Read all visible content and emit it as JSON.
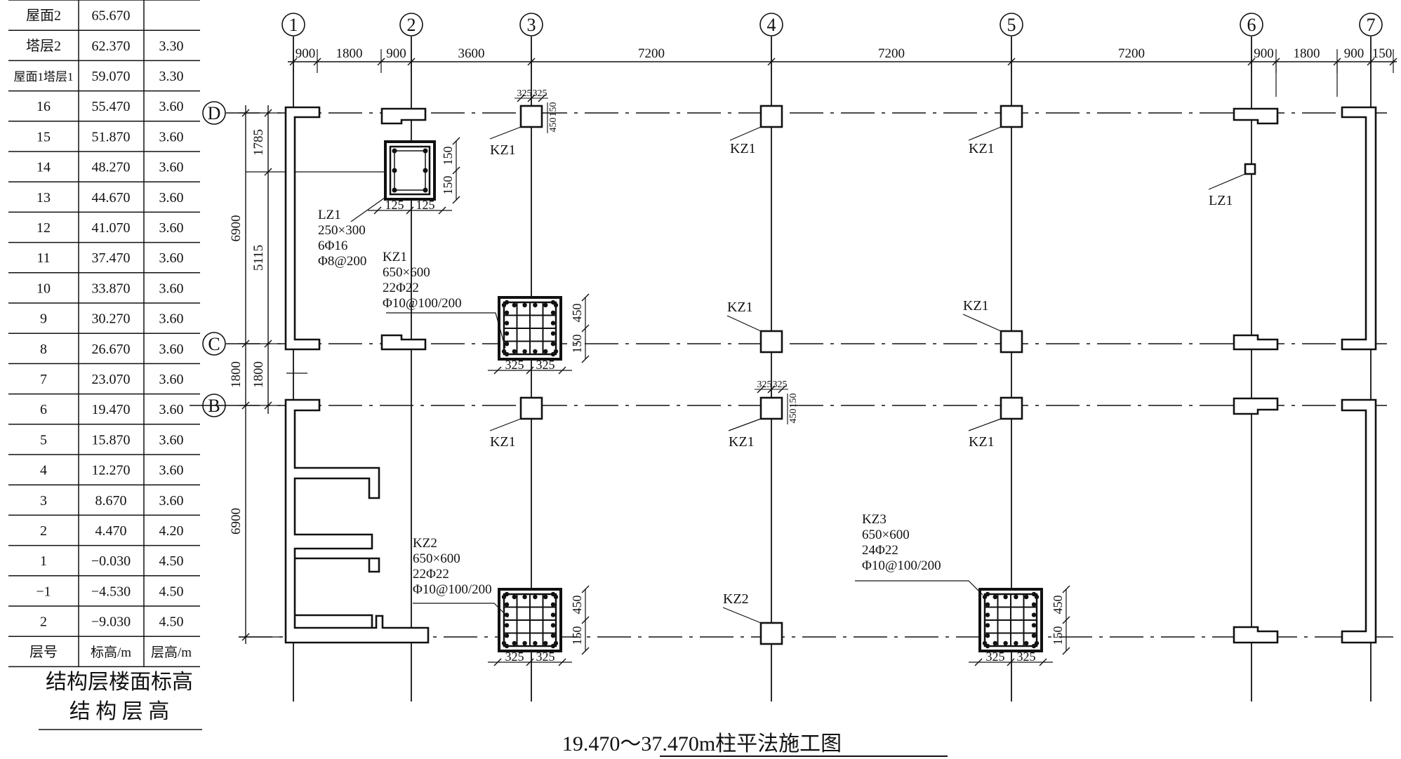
{
  "table": {
    "rows": [
      {
        "floor": "屋面2",
        "elev": "65.670",
        "height": ""
      },
      {
        "floor": "塔层2",
        "elev": "62.370",
        "height": "3.30"
      },
      {
        "floor": "屋面1塔层1",
        "elev": "59.070",
        "height": "3.30"
      },
      {
        "floor": "16",
        "elev": "55.470",
        "height": "3.60"
      },
      {
        "floor": "15",
        "elev": "51.870",
        "height": "3.60"
      },
      {
        "floor": "14",
        "elev": "48.270",
        "height": "3.60"
      },
      {
        "floor": "13",
        "elev": "44.670",
        "height": "3.60"
      },
      {
        "floor": "12",
        "elev": "41.070",
        "height": "3.60"
      },
      {
        "floor": "11",
        "elev": "37.470",
        "height": "3.60"
      },
      {
        "floor": "10",
        "elev": "33.870",
        "height": "3.60"
      },
      {
        "floor": "9",
        "elev": "30.270",
        "height": "3.60"
      },
      {
        "floor": "8",
        "elev": "26.670",
        "height": "3.60"
      },
      {
        "floor": "7",
        "elev": "23.070",
        "height": "3.60"
      },
      {
        "floor": "6",
        "elev": "19.470",
        "height": "3.60"
      },
      {
        "floor": "5",
        "elev": "15.870",
        "height": "3.60"
      },
      {
        "floor": "4",
        "elev": "12.270",
        "height": "3.60"
      },
      {
        "floor": "3",
        "elev": "8.670",
        "height": "3.60"
      },
      {
        "floor": "2",
        "elev": "4.470",
        "height": "4.20"
      },
      {
        "floor": "1",
        "elev": "−0.030",
        "height": "4.50"
      },
      {
        "floor": "−1",
        "elev": "−4.530",
        "height": "4.50"
      },
      {
        "floor": "2",
        "elev": "−9.030",
        "height": "4.50"
      }
    ],
    "header": {
      "floor": "层号",
      "elev": "标高/m",
      "height": "层高/m"
    },
    "caption_line1": "结构层楼面标高",
    "caption_line2": "结 构 层 高"
  },
  "drawing_title": "19.470～37.470m柱平法施工图",
  "axes_vertical": [
    "1",
    "2",
    "3",
    "4",
    "5",
    "6",
    "7"
  ],
  "axes_horizontal": [
    "D",
    "C",
    "B"
  ],
  "top_dimensions": [
    "900",
    "1800",
    "900",
    "3600",
    "7200",
    "7200",
    "7200",
    "900",
    "1800",
    "900",
    "150"
  ],
  "left_dimensions": {
    "outer": [
      "6900",
      "1800",
      "6900"
    ],
    "inner": [
      "1785",
      "5115",
      "1800"
    ]
  },
  "labels": {
    "kz1": "KZ1",
    "kz2": "KZ2",
    "lz1": "LZ1"
  },
  "details": {
    "lz1": {
      "name": "LZ1",
      "size": "250×300",
      "bars": "6Φ16",
      "stirrup": "Φ8@200",
      "d1": "150",
      "d2": "150",
      "w1": "125",
      "w2": "125"
    },
    "kz1": {
      "name": "KZ1",
      "size": "650×600",
      "bars": "22Φ22",
      "stirrup": "Φ10@100/200",
      "d1": "450",
      "d2": "150",
      "w1": "325",
      "w2": "325"
    },
    "kz2": {
      "name": "KZ2",
      "size": "650×600",
      "bars": "22Φ22",
      "stirrup": "Φ10@100/200",
      "d1": "450",
      "d2": "150",
      "w1": "325",
      "w2": "325"
    },
    "kz3": {
      "name": "KZ3",
      "size": "650×600",
      "bars": "24Φ22",
      "stirrup": "Φ10@100/200",
      "d1": "450",
      "d2": "150",
      "w1": "325",
      "w2": "325"
    }
  },
  "small_dims": {
    "a": "325",
    "b": "325",
    "c": "450",
    "d": "150"
  }
}
